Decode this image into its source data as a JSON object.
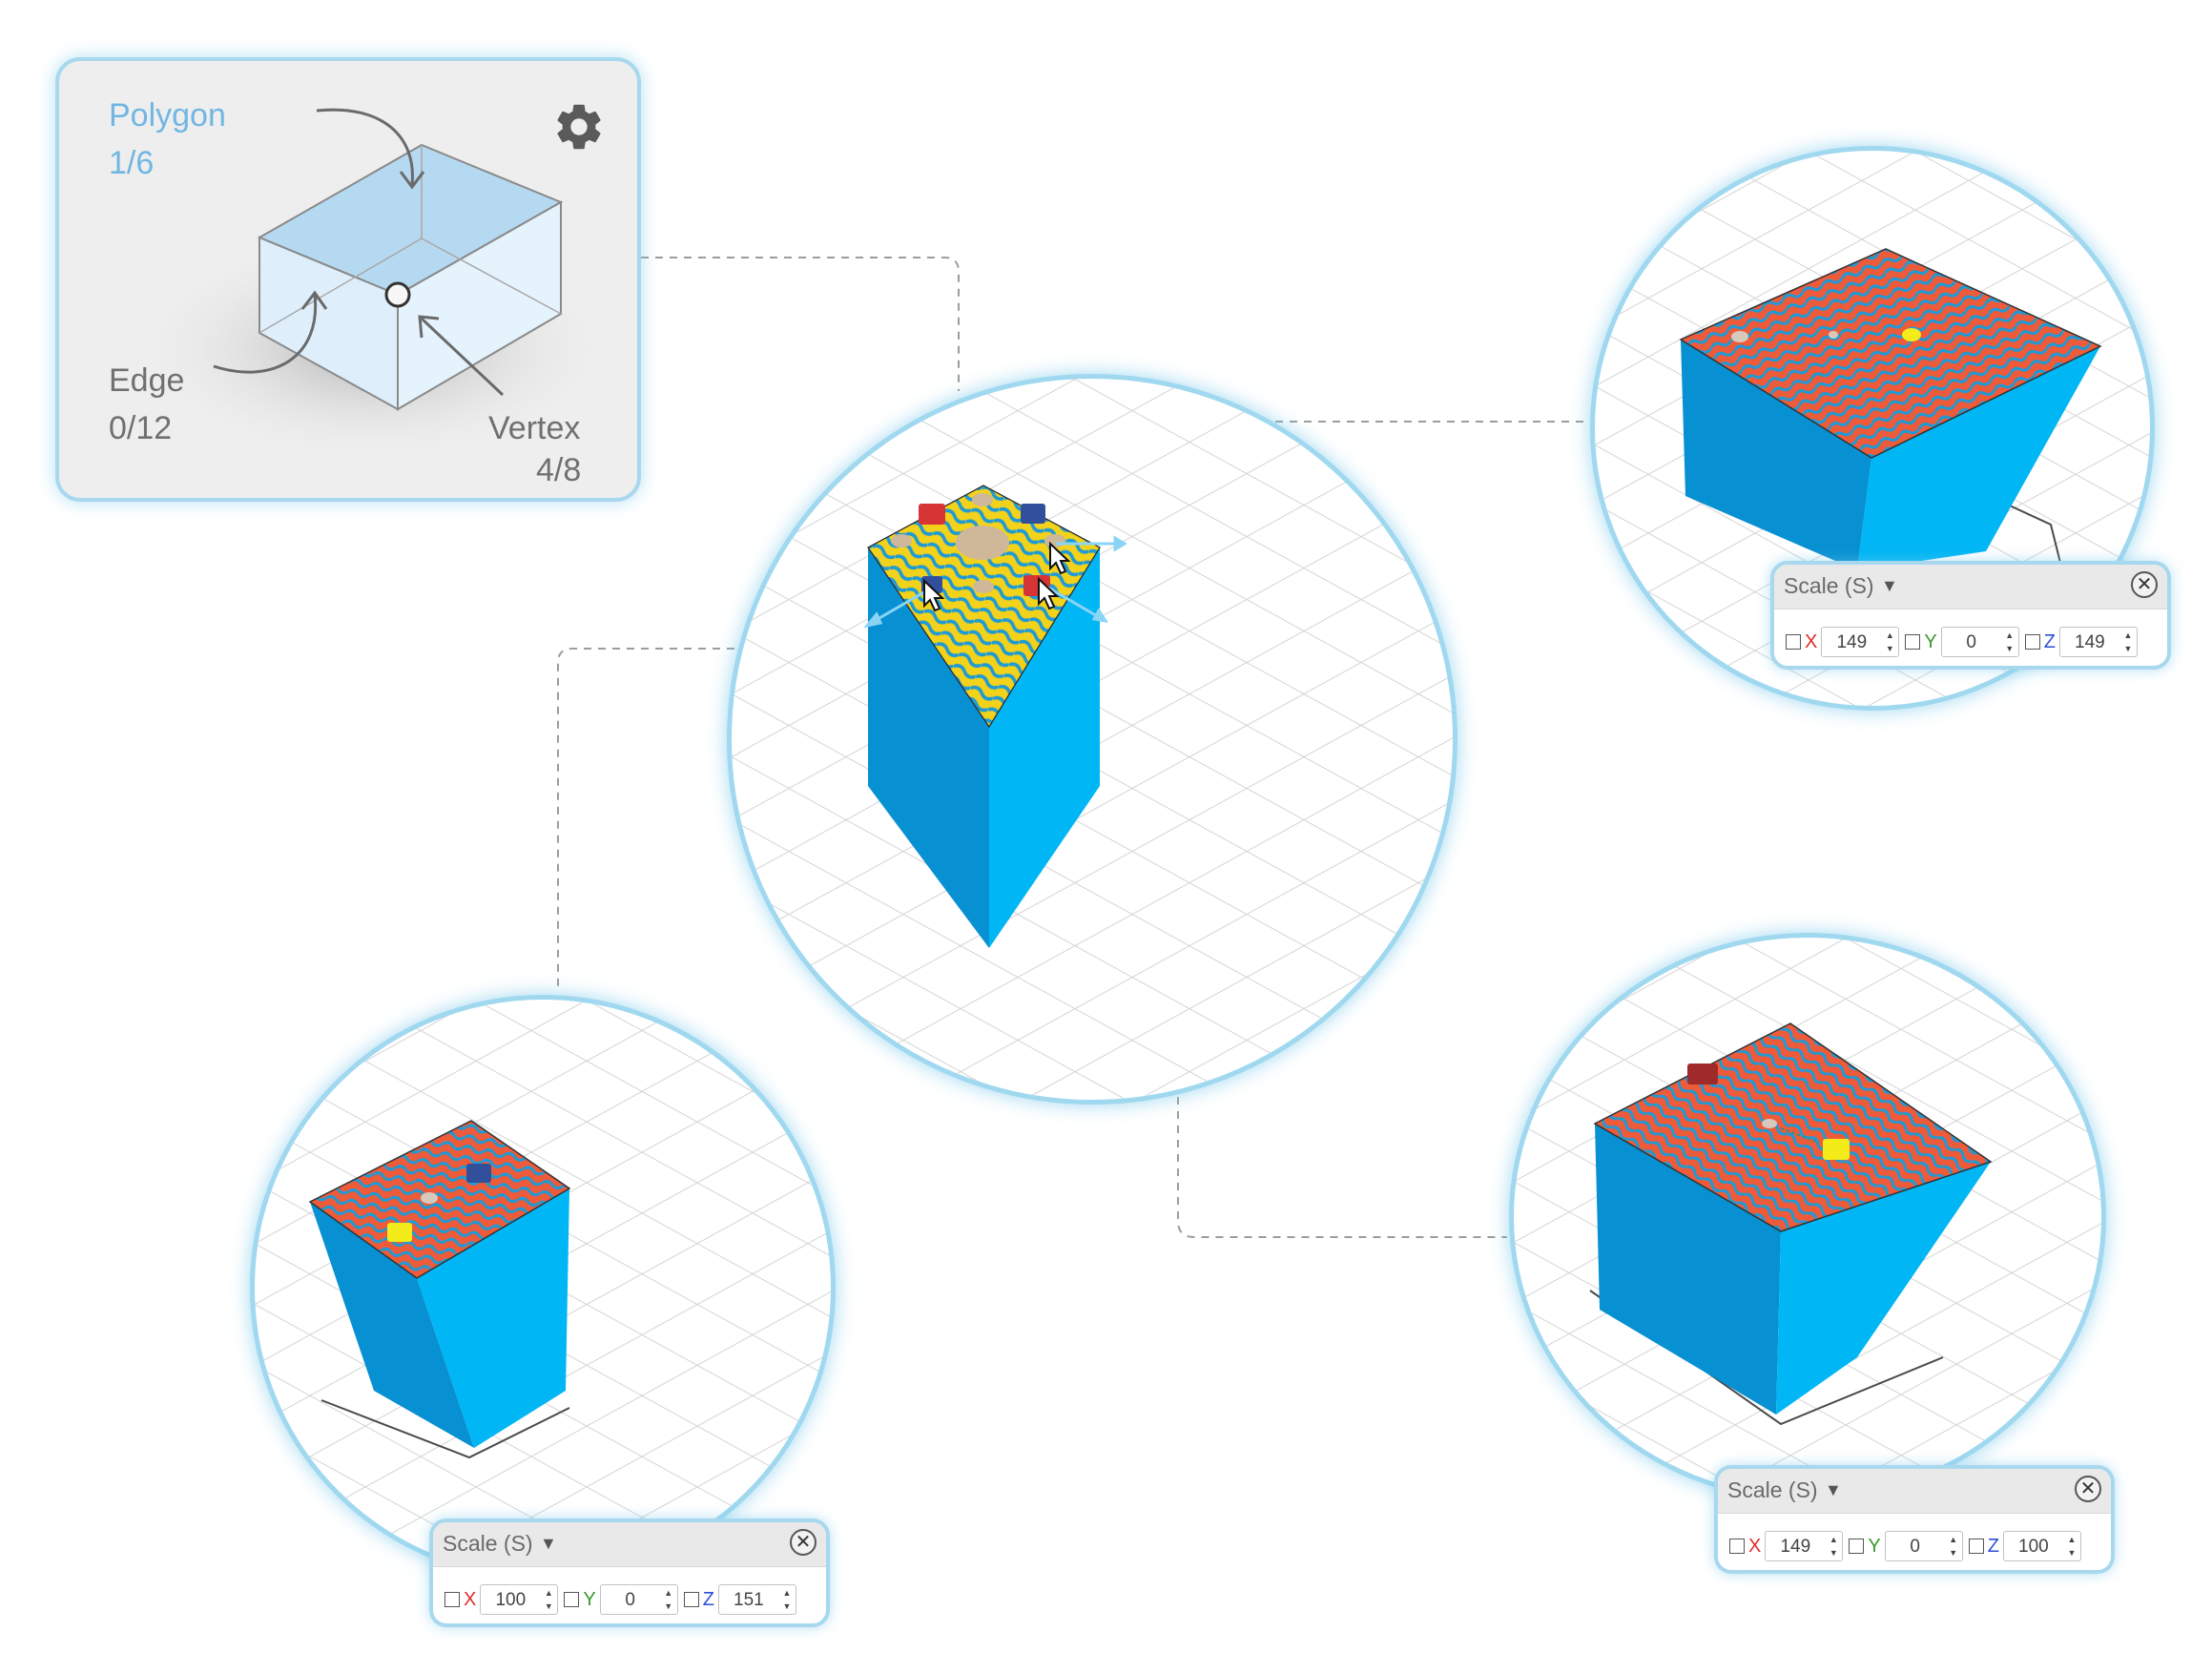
{
  "info_panel": {
    "polygon_label": "Polygon",
    "polygon_count": "1/6",
    "edge_label": "Edge",
    "edge_count": "0/12",
    "vertex_label": "Vertex",
    "vertex_count": "4/8",
    "settings_icon": "gear-icon"
  },
  "viewports": {
    "center": {
      "mode": "polygon-select",
      "top_pattern_colors": [
        "#f2d21a",
        "#1e9ad6"
      ],
      "handle_colors": [
        "#d73436",
        "#324f9c",
        "#cfb79a"
      ]
    },
    "top_right": {
      "top_pattern_colors": [
        "#ee5b3a",
        "#1e9ad6"
      ]
    },
    "bottom_right": {
      "top_pattern_colors": [
        "#ee5b3a",
        "#1e9ad6"
      ]
    },
    "bottom_left": {
      "top_pattern_colors": [
        "#ee5b3a",
        "#1e9ad6"
      ]
    }
  },
  "scale_panels": [
    {
      "title": "Scale (S)",
      "caret": "▼",
      "close": "✕",
      "x_label": "X",
      "x_value": "149",
      "y_label": "Y",
      "y_value": "0",
      "z_label": "Z",
      "z_value": "149"
    },
    {
      "title": "Scale (S)",
      "caret": "▼",
      "close": "✕",
      "x_label": "X",
      "x_value": "149",
      "y_label": "Y",
      "y_value": "0",
      "z_label": "Z",
      "z_value": "100"
    },
    {
      "title": "Scale (S)",
      "caret": "▼",
      "close": "✕",
      "x_label": "X",
      "x_value": "100",
      "y_label": "Y",
      "y_value": "0",
      "z_label": "Z",
      "z_value": "151"
    }
  ],
  "colors": {
    "accent_border": "#9fd8ef",
    "cube_left": "#0790d2",
    "cube_right": "#00b6f4",
    "grid": "#d2d2d2",
    "x_axis": "#e02b2b",
    "y_axis": "#3a9a2c",
    "z_axis": "#2b4fd8"
  }
}
